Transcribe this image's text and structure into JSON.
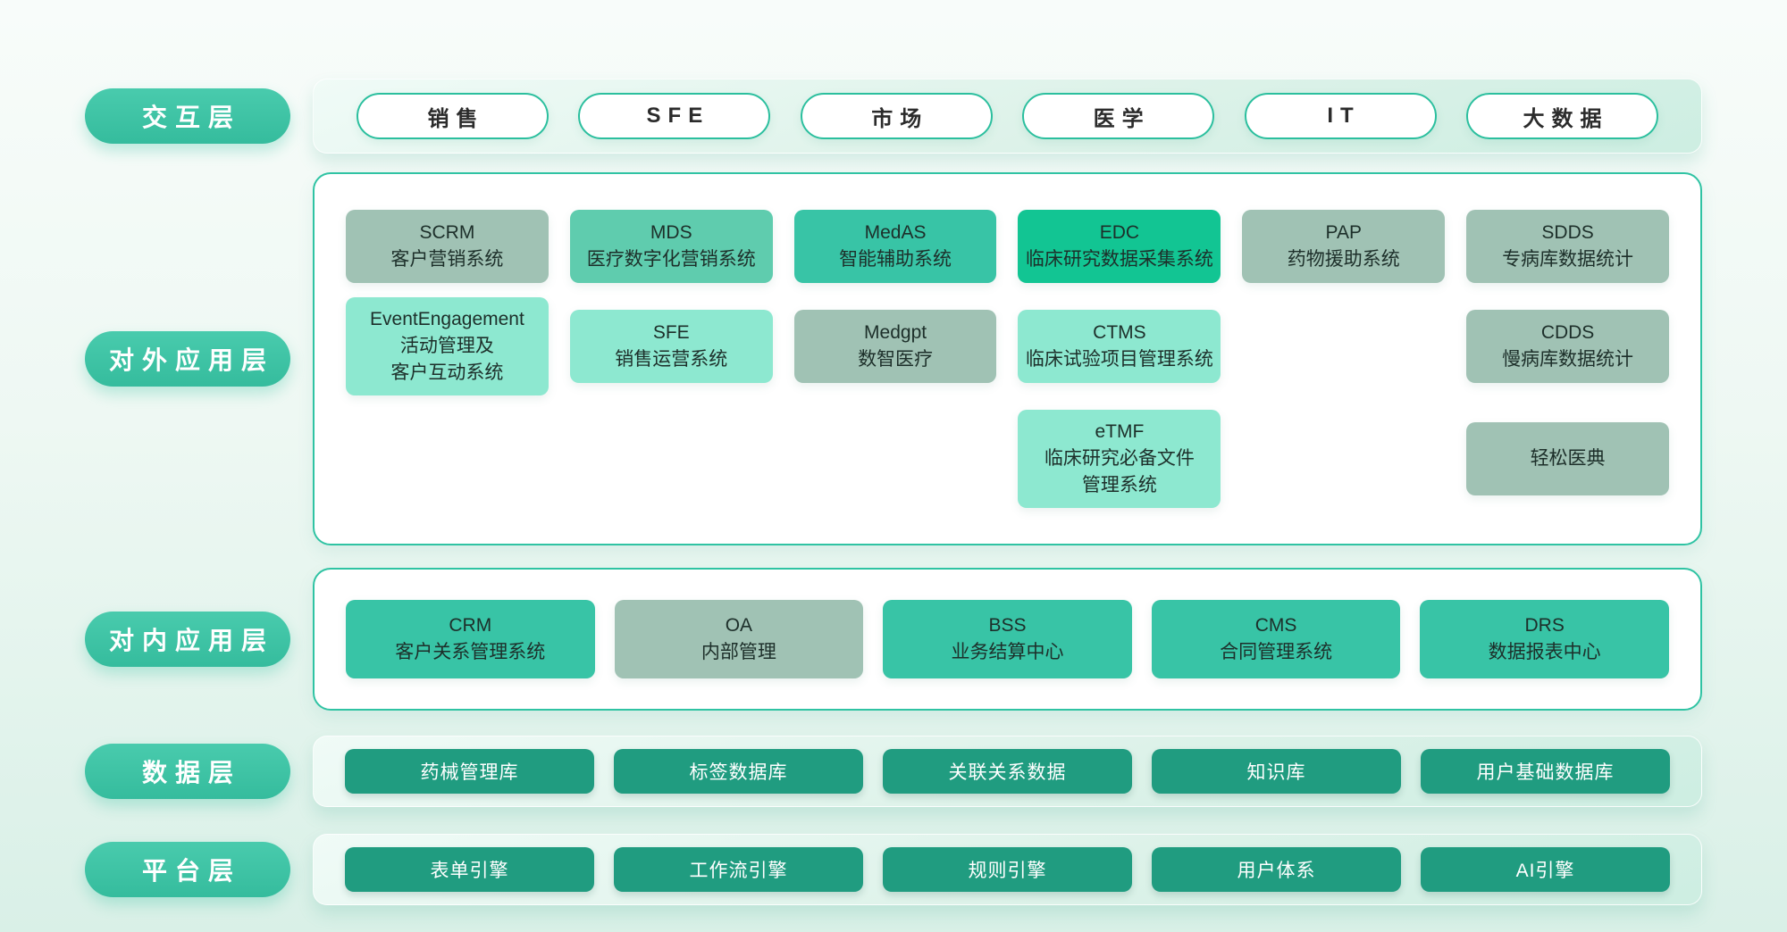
{
  "colors": {
    "accent": "#3dc3a5",
    "dark_box": "#209c80",
    "teal_box": "#38c4a6",
    "teal_mid_box": "#5fccae",
    "emerald_box": "#12c593",
    "mint_box": "#8de8d0",
    "sage_box": "#a0c2b4"
  },
  "layers": {
    "interaction": {
      "label": "交互层",
      "pills": [
        "销售",
        "SFE",
        "市场",
        "医学",
        "IT",
        "大数据"
      ]
    },
    "external": {
      "label": "对外应用层",
      "boxes": {
        "scrm": {
          "title": "SCRM",
          "sub": "客户营销系统"
        },
        "mds": {
          "title": "MDS",
          "sub": "医疗数字化营销系统"
        },
        "medas": {
          "title": "MedAS",
          "sub": "智能辅助系统"
        },
        "edc": {
          "title": "EDC",
          "sub": "临床研究数据采集系统"
        },
        "pap": {
          "title": "PAP",
          "sub": "药物援助系统"
        },
        "sdds": {
          "title": "SDDS",
          "sub": "专病库数据统计"
        },
        "event": {
          "title": "EventEngagement",
          "sub": "活动管理及",
          "sub2": "客户互动系统"
        },
        "sfe": {
          "title": "SFE",
          "sub": "销售运营系统"
        },
        "medgpt": {
          "title": "Medgpt",
          "sub": "数智医疗"
        },
        "ctms": {
          "title": "CTMS",
          "sub": "临床试验项目管理系统"
        },
        "cdds": {
          "title": "CDDS",
          "sub": "慢病库数据统计"
        },
        "etmf": {
          "title": "eTMF",
          "sub": "临床研究必备文件",
          "sub2": "管理系统"
        },
        "qsyd": {
          "title": "轻松医典"
        }
      }
    },
    "internal": {
      "label": "对内应用层",
      "boxes": {
        "crm": {
          "title": "CRM",
          "sub": "客户关系管理系统"
        },
        "oa": {
          "title": "OA",
          "sub": "内部管理"
        },
        "bss": {
          "title": "BSS",
          "sub": "业务结算中心"
        },
        "cms": {
          "title": "CMS",
          "sub": "合同管理系统"
        },
        "drs": {
          "title": "DRS",
          "sub": "数据报表中心"
        }
      }
    },
    "data": {
      "label": "数据层",
      "items": [
        "药械管理库",
        "标签数据库",
        "关联关系数据",
        "知识库",
        "用户基础数据库"
      ]
    },
    "platform": {
      "label": "平台层",
      "items": [
        "表单引擎",
        "工作流引擎",
        "规则引擎",
        "用户体系",
        "AI引擎"
      ]
    }
  }
}
